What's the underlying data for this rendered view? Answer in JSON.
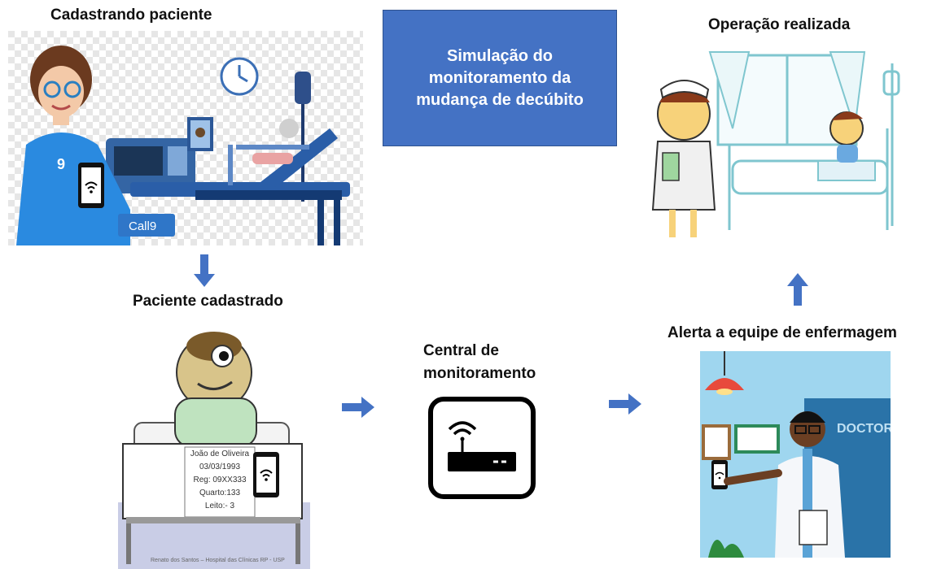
{
  "labels": {
    "cadastrando": "Cadastrando paciente",
    "paciente_cadastrado": "Paciente cadastrado",
    "central": "Central de\nmonitoramento",
    "alerta": "Alerta a equipe de enfermagem",
    "operacao": "Operação realizada"
  },
  "center_box": {
    "text": "Simulação do\nmonitoramento da\nmudança de decúbito",
    "color": "#4472c4"
  },
  "nurse_panel": {
    "badge_text": "Call9",
    "number": "9"
  },
  "patient_card": {
    "lines": [
      "João de Oliveira",
      "03/03/1993",
      "Reg: 09XX333",
      "Quarto:133",
      "Leito:- 3"
    ],
    "credit": "Renato dos Santos – Hospital das Clínicas RP - USP"
  },
  "doctor_panel": {
    "door_text": "DOCTOR"
  },
  "icons": [
    "clock-icon",
    "wifi-icon",
    "router-icon",
    "arrow-down-icon",
    "arrow-right-icon",
    "arrow-up-icon"
  ],
  "arrow_color": "#4472c4"
}
